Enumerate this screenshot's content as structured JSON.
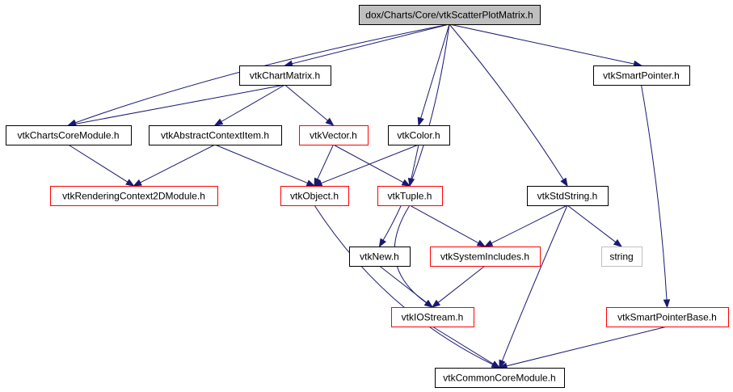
{
  "colors": {
    "edge": "#191970",
    "root_fill": "#bfbfbf",
    "default_border": "#000000",
    "missing_border": "#ff0000",
    "external_border": "#bfbfbf"
  },
  "nodes": [
    {
      "id": "root",
      "label": "dox/Charts/Core/vtkScatterPlotMatrix.h",
      "kind": "root"
    },
    {
      "id": "chartmatrix",
      "label": "vtkChartMatrix.h",
      "kind": "default"
    },
    {
      "id": "smartpointer",
      "label": "vtkSmartPointer.h",
      "kind": "default"
    },
    {
      "id": "chartscore",
      "label": "vtkChartsCoreModule.h",
      "kind": "default"
    },
    {
      "id": "abstractcontext",
      "label": "vtkAbstractContextItem.h",
      "kind": "default"
    },
    {
      "id": "vector",
      "label": "vtkVector.h",
      "kind": "missing"
    },
    {
      "id": "color",
      "label": "vtkColor.h",
      "kind": "default"
    },
    {
      "id": "rendering2d",
      "label": "vtkRenderingContext2DModule.h",
      "kind": "missing"
    },
    {
      "id": "object",
      "label": "vtkObject.h",
      "kind": "missing"
    },
    {
      "id": "tuple",
      "label": "vtkTuple.h",
      "kind": "missing"
    },
    {
      "id": "stdstring",
      "label": "vtkStdString.h",
      "kind": "default"
    },
    {
      "id": "new",
      "label": "vtkNew.h",
      "kind": "default"
    },
    {
      "id": "sysincludes",
      "label": "vtkSystemIncludes.h",
      "kind": "missing"
    },
    {
      "id": "string",
      "label": "string",
      "kind": "external"
    },
    {
      "id": "iostream",
      "label": "vtkIOStream.h",
      "kind": "missing"
    },
    {
      "id": "smartpointerbase",
      "label": "vtkSmartPointerBase.h",
      "kind": "missing"
    },
    {
      "id": "commoncore",
      "label": "vtkCommonCoreModule.h",
      "kind": "default"
    }
  ],
  "edges": [
    {
      "from": "root",
      "to": "chartmatrix"
    },
    {
      "from": "root",
      "to": "smartpointer"
    },
    {
      "from": "root",
      "to": "chartscore"
    },
    {
      "from": "root",
      "to": "color"
    },
    {
      "from": "root",
      "to": "new"
    },
    {
      "from": "root",
      "to": "stdstring"
    },
    {
      "from": "chartmatrix",
      "to": "chartscore"
    },
    {
      "from": "chartmatrix",
      "to": "abstractcontext"
    },
    {
      "from": "chartmatrix",
      "to": "vector"
    },
    {
      "from": "chartscore",
      "to": "rendering2d"
    },
    {
      "from": "abstractcontext",
      "to": "rendering2d"
    },
    {
      "from": "abstractcontext",
      "to": "object"
    },
    {
      "from": "vector",
      "to": "object"
    },
    {
      "from": "vector",
      "to": "tuple"
    },
    {
      "from": "color",
      "to": "object"
    },
    {
      "from": "color",
      "to": "tuple"
    },
    {
      "from": "tuple",
      "to": "sysincludes"
    },
    {
      "from": "tuple",
      "to": "iostream"
    },
    {
      "from": "object",
      "to": "commoncore"
    },
    {
      "from": "stdstring",
      "to": "sysincludes"
    },
    {
      "from": "stdstring",
      "to": "string"
    },
    {
      "from": "stdstring",
      "to": "commoncore"
    },
    {
      "from": "new",
      "to": "iostream"
    },
    {
      "from": "sysincludes",
      "to": "iostream"
    },
    {
      "from": "iostream",
      "to": "commoncore"
    },
    {
      "from": "smartpointer",
      "to": "smartpointerbase"
    },
    {
      "from": "smartpointerbase",
      "to": "commoncore"
    }
  ]
}
